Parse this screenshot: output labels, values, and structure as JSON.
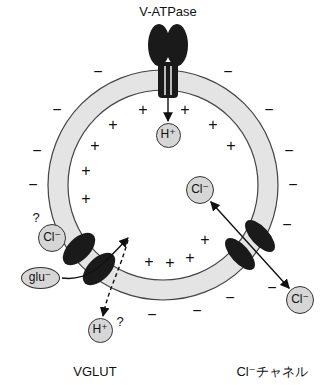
{
  "diagram": {
    "nodes": [
      {
        "text": [
          "H⁺"
        ]
      },
      {
        "text": [
          "Cl⁻"
        ]
      },
      {
        "text": [
          "Cl⁻"
        ]
      },
      {
        "text": [
          "glu⁻"
        ]
      },
      {
        "text": [
          "Cl⁻"
        ]
      },
      {
        "text": [
          "H⁺"
        ]
      }
    ],
    "edges": [
      {
        "from": 1,
        "to": 4,
        "arrow": "both"
      }
    ],
    "labels": [
      "V-ATPase",
      "?",
      "?",
      "VGLUT",
      "Cl⁻チャネル",
      "+",
      "+",
      "+",
      "+",
      "+",
      "+",
      "+",
      "+",
      "+",
      "+",
      "+",
      "+",
      "−",
      "−",
      "−",
      "−",
      "−",
      "−",
      "−",
      "−",
      "−",
      "−",
      "−",
      "−",
      "−"
    ]
  }
}
